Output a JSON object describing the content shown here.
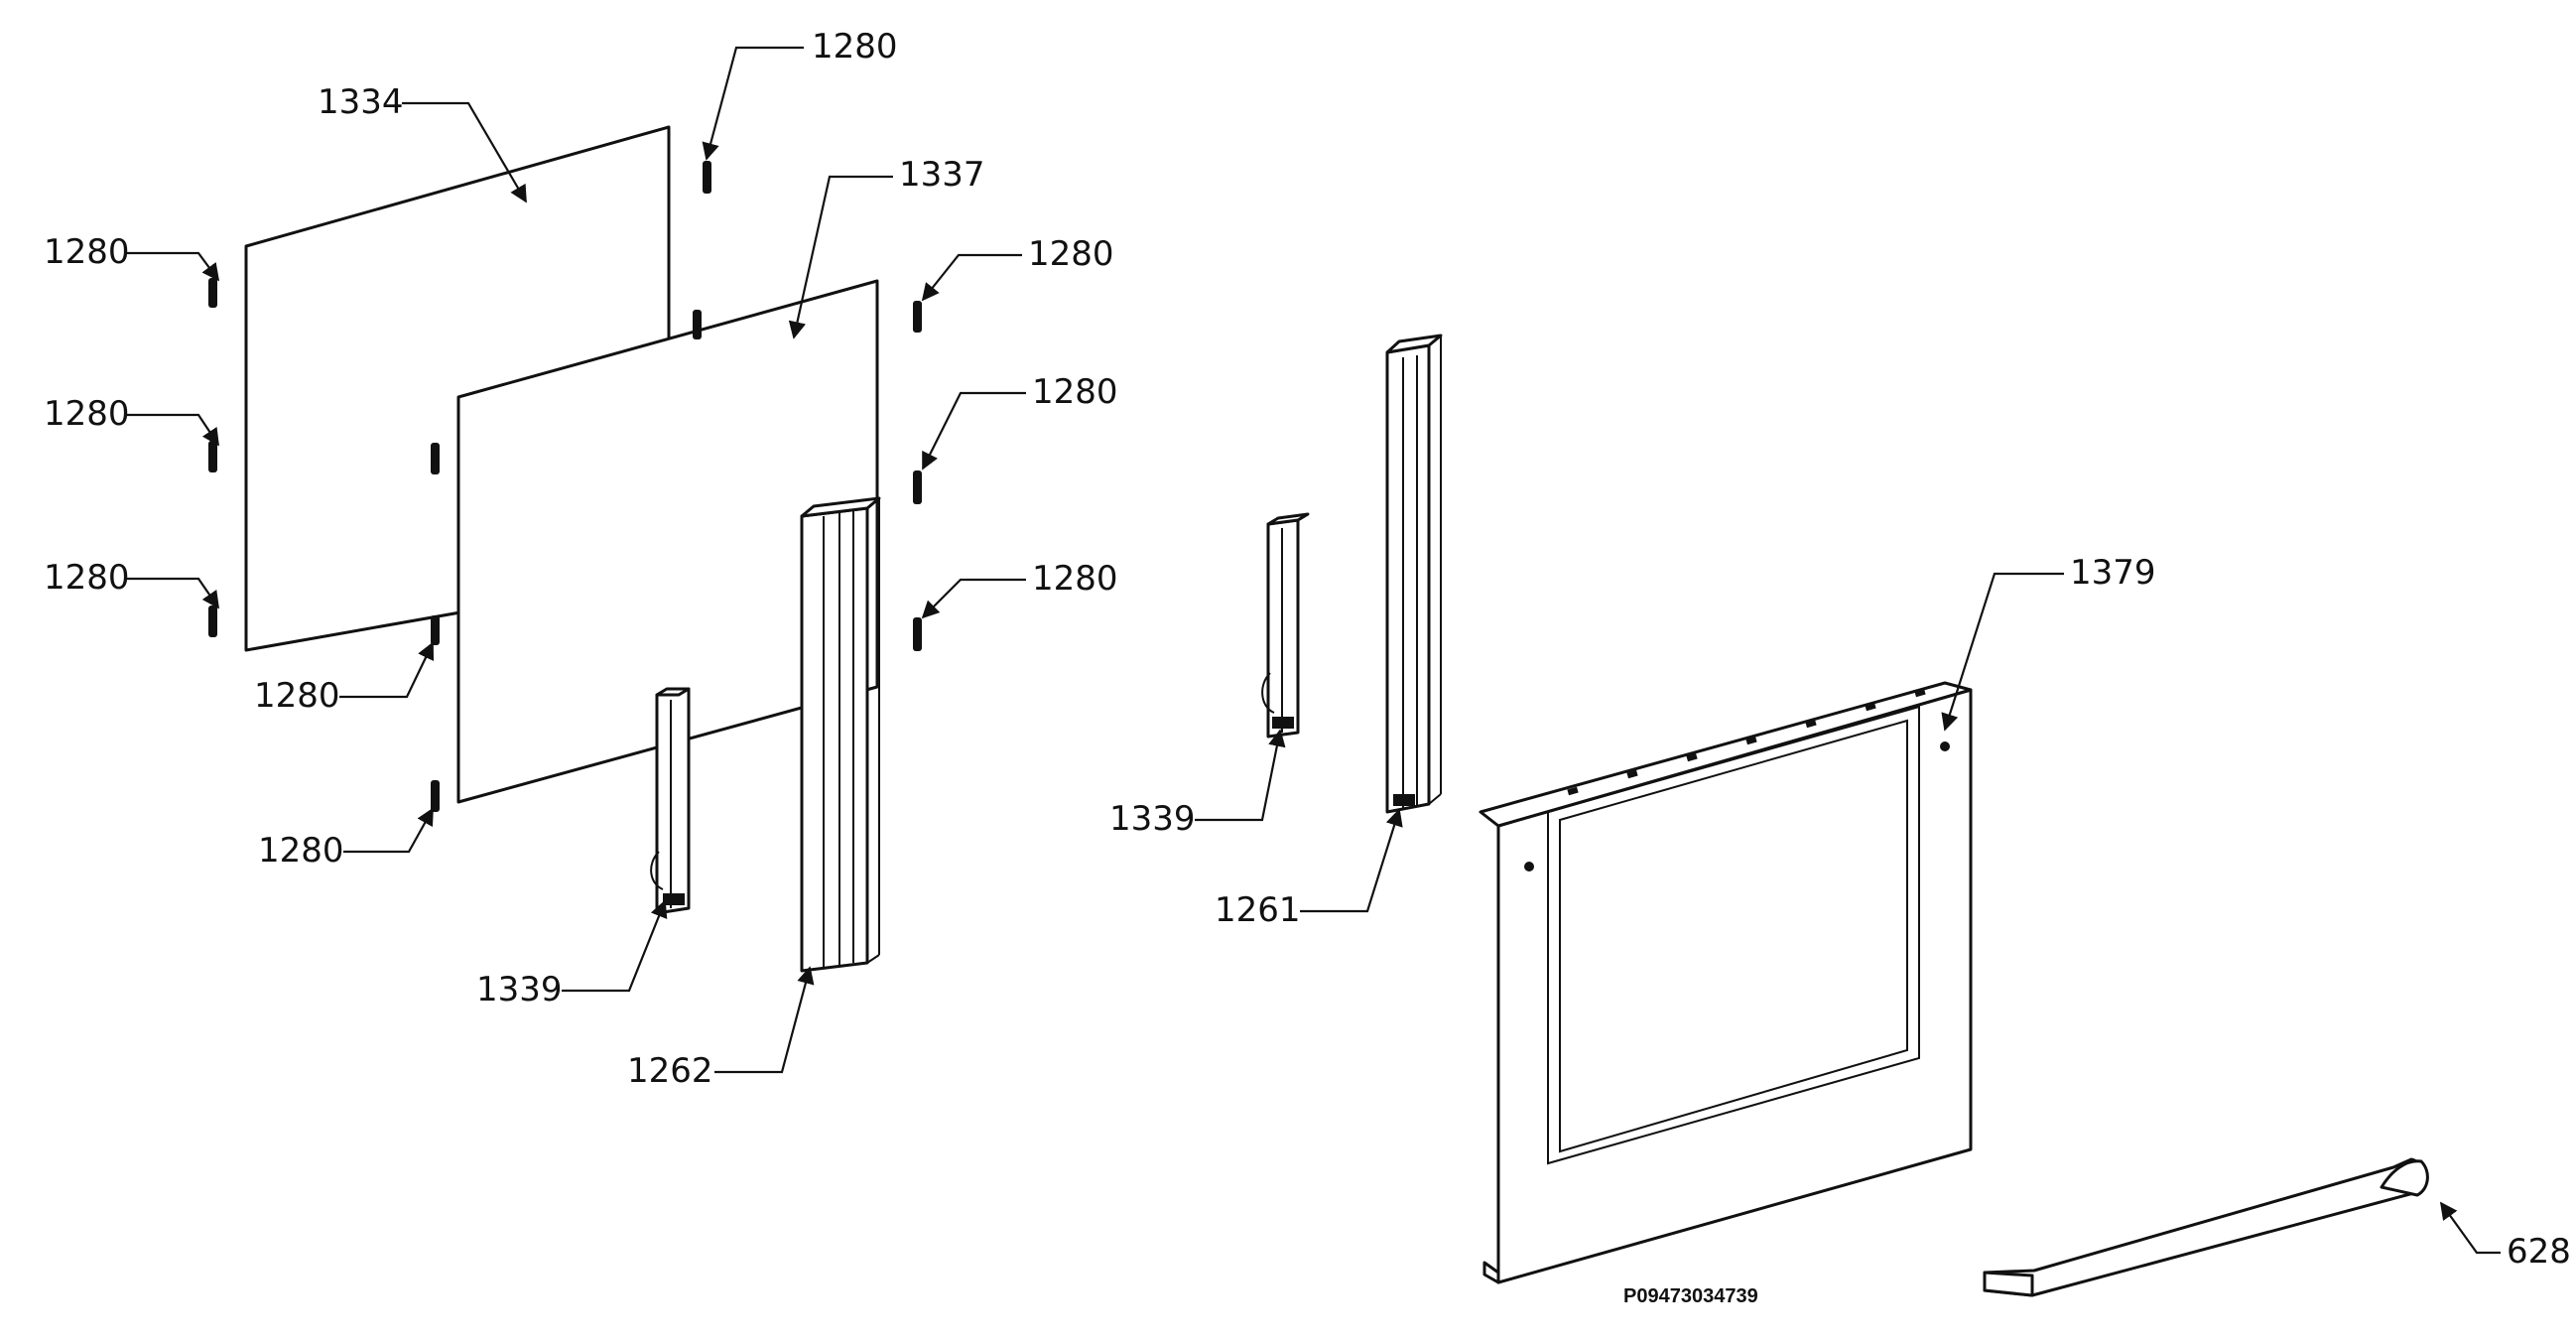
{
  "diagram": {
    "code": "P09473034739",
    "labels": {
      "l1280_top": "1280",
      "l1334": "1334",
      "l1337": "1337",
      "l1280_a": "1280",
      "l1280_b": "1280",
      "l1280_c": "1280",
      "l1280_d": "1280",
      "l1280_e": "1280",
      "l1280_r1": "1280",
      "l1280_r2": "1280",
      "l1280_r3": "1280",
      "l1339_left": "1339",
      "l1262": "1262",
      "l1339_right": "1339",
      "l1261": "1261",
      "l1379": "1379",
      "l628": "628"
    }
  }
}
